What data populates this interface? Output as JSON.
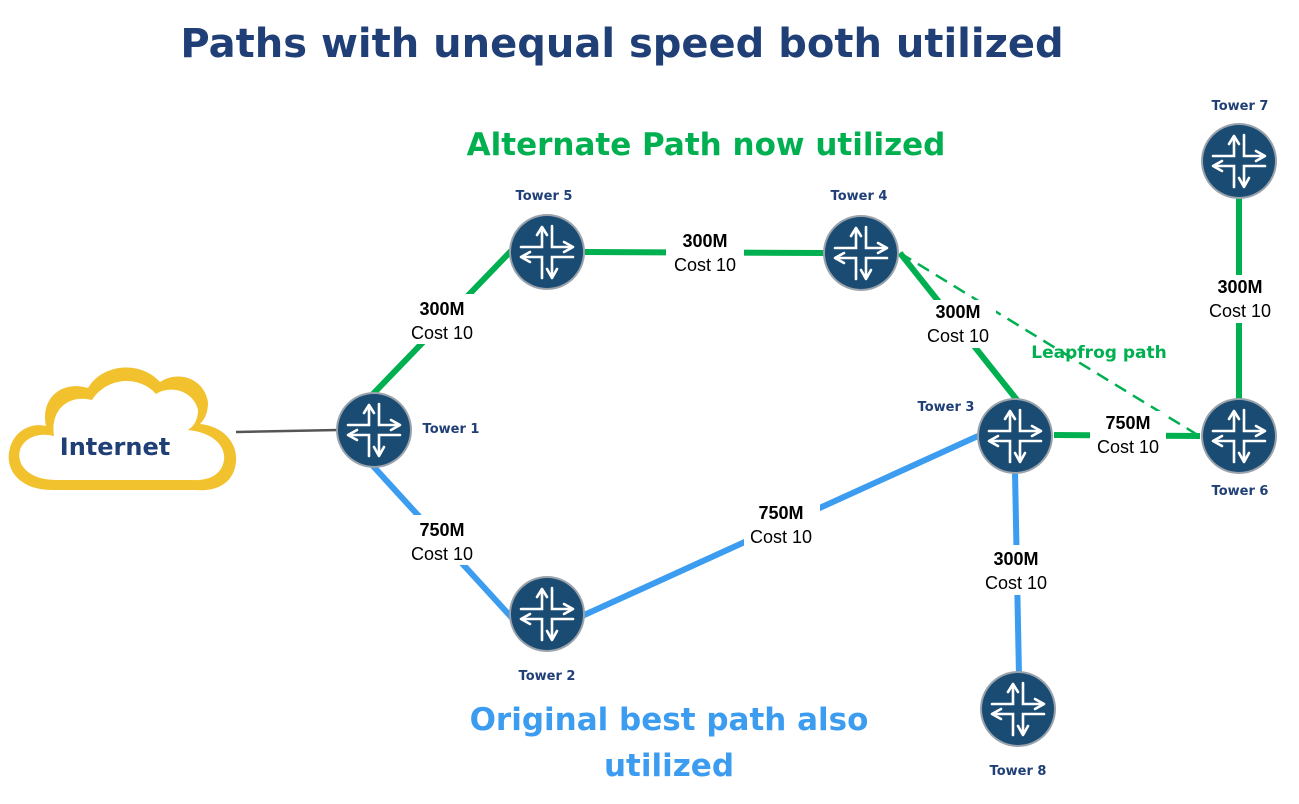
{
  "title": "Paths with unequal speed both utilized",
  "alternate_caption": "Alternate Path now utilized",
  "original_caption_line1": "Original best path also",
  "original_caption_line2": "utilized",
  "leapfrog_label": "Leapfrog path",
  "internet_label": "Internet",
  "towers": {
    "t1": "Tower 1",
    "t2": "Tower 2",
    "t3": "Tower 3",
    "t4": "Tower 4",
    "t5": "Tower 5",
    "t6": "Tower 6",
    "t7": "Tower 7",
    "t8": "Tower 8"
  },
  "links": {
    "t1_t5": {
      "bandwidth": "300M",
      "cost": "Cost 10"
    },
    "t5_t4": {
      "bandwidth": "300M",
      "cost": "Cost 10"
    },
    "t4_t3": {
      "bandwidth": "300M",
      "cost": "Cost 10"
    },
    "t3_t6": {
      "bandwidth": "750M",
      "cost": "Cost 10"
    },
    "t6_t7": {
      "bandwidth": "300M",
      "cost": "Cost 10"
    },
    "t1_t2": {
      "bandwidth": "750M",
      "cost": "Cost 10"
    },
    "t2_t3": {
      "bandwidth": "750M",
      "cost": "Cost 10"
    },
    "t3_t8": {
      "bandwidth": "300M",
      "cost": "Cost 10"
    }
  },
  "colors": {
    "title": "#1f3f76",
    "alternate_path": "#00b050",
    "original_path": "#3b9cf0",
    "router_fill": "#1a4b73",
    "router_ring": "#9aa3ab",
    "tower_label": "#1f3f76",
    "cloud_fill": "#ffffff",
    "cloud_stroke": "#f2c12e",
    "internet_link": "#555555"
  },
  "icons": {
    "router": "router-arrows-icon",
    "cloud": "cloud-icon"
  }
}
